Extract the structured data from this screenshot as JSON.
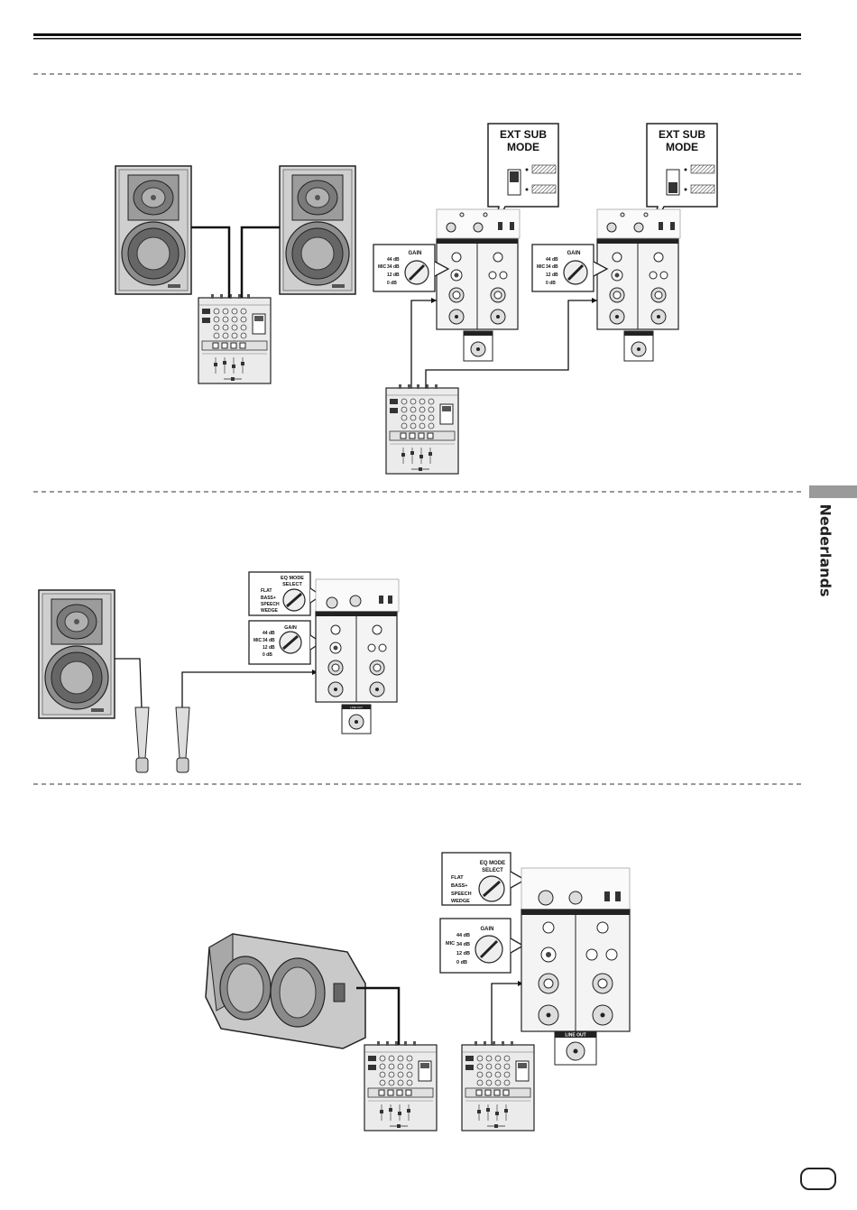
{
  "side_tab": {
    "language": "Nederlands"
  },
  "diagram1": {
    "callout_left": {
      "line1": "EXT SUB",
      "line2": "MODE"
    },
    "callout_right": {
      "line1": "EXT SUB",
      "line2": "MODE"
    },
    "gain_left": {
      "title": "GAIN",
      "mic": "MIC",
      "levels": [
        "44 dB",
        "34 dB",
        "12 dB",
        "0 dB"
      ]
    },
    "gain_right": {
      "title": "GAIN",
      "mic": "MIC",
      "levels": [
        "44 dB",
        "34 dB",
        "12 dB",
        "0 dB"
      ]
    }
  },
  "diagram2": {
    "eq_callout": {
      "title_line1": "EQ MODE",
      "title_line2": "SELECT",
      "options": [
        "FLAT",
        "BASS+",
        "SPEECH",
        "WEDGE"
      ]
    },
    "gain": {
      "title": "GAIN",
      "mic": "MIC",
      "levels": [
        "44 dB",
        "34 dB",
        "12 dB",
        "0 dB"
      ]
    },
    "panel_line_out": "LINE OUT"
  },
  "diagram3": {
    "eq_callout": {
      "title_line1": "EQ MODE",
      "title_line2": "SELECT",
      "options": [
        "FLAT",
        "BASS+",
        "SPEECH",
        "WEDGE"
      ]
    },
    "gain": {
      "title": "GAIN",
      "mic": "MIC",
      "levels": [
        "44 dB",
        "34 dB",
        "12 dB",
        "0 dB"
      ]
    },
    "panel_line_out": "LINE OUT"
  }
}
